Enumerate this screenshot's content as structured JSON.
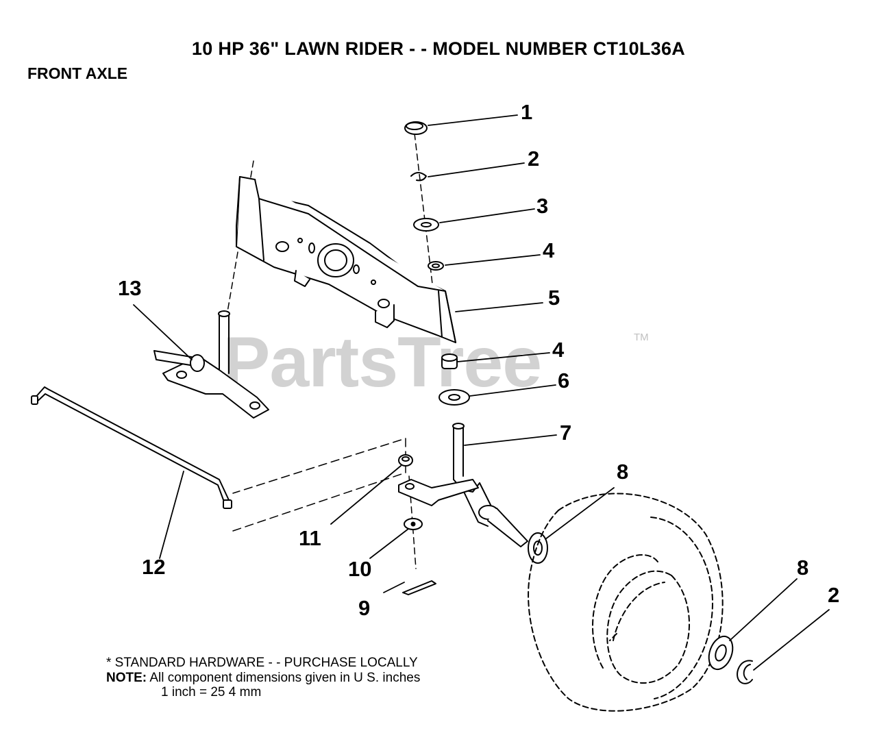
{
  "title": "10 HP 36\" LAWN RIDER - - MODEL NUMBER CT10L36A",
  "subtitle": "FRONT AXLE",
  "watermark": {
    "text": "PartsTree",
    "trademark": "TM"
  },
  "callouts": [
    {
      "id": "c1",
      "label": "1"
    },
    {
      "id": "c2a",
      "label": "2"
    },
    {
      "id": "c3",
      "label": "3"
    },
    {
      "id": "c4a",
      "label": "4"
    },
    {
      "id": "c5",
      "label": "5"
    },
    {
      "id": "c4b",
      "label": "4"
    },
    {
      "id": "c6",
      "label": "6"
    },
    {
      "id": "c7",
      "label": "7"
    },
    {
      "id": "c8a",
      "label": "8"
    },
    {
      "id": "c9",
      "label": "9"
    },
    {
      "id": "c10",
      "label": "10"
    },
    {
      "id": "c11",
      "label": "11"
    },
    {
      "id": "c12",
      "label": "12"
    },
    {
      "id": "c13",
      "label": "13"
    },
    {
      "id": "c8b",
      "label": "8"
    },
    {
      "id": "c2b",
      "label": "2"
    }
  ],
  "notes": {
    "line1": "* STANDARD HARDWARE - - PURCHASE LOCALLY",
    "note_label": "NOTE:",
    "line2": "All component dimensions given in U S. inches",
    "line3": "1 inch = 25 4 mm"
  }
}
